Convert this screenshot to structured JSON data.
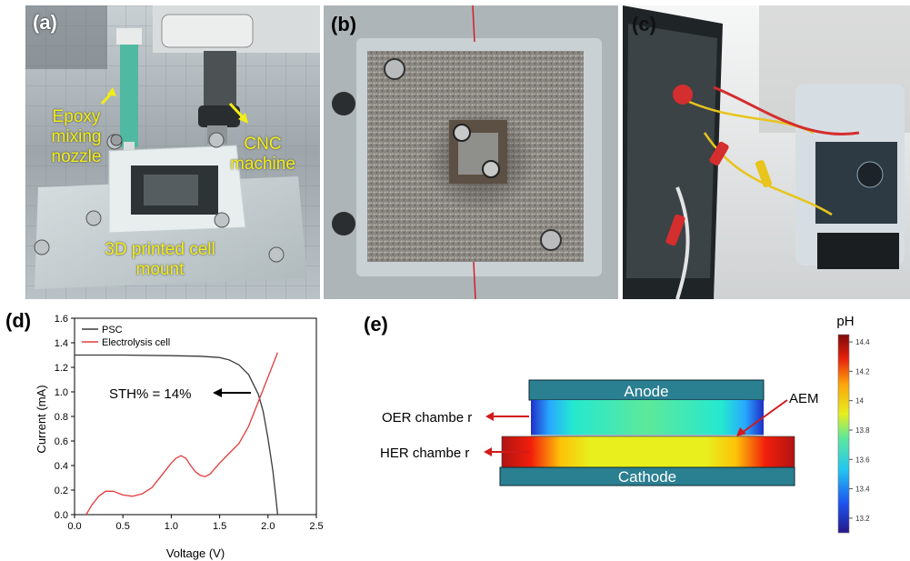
{
  "panels": {
    "a": {
      "label": "(a)",
      "annotations": {
        "nozzle": "Epoxy mixing nozzle",
        "nozzle_lines": [
          "Epoxy",
          "mixing",
          "nozzle"
        ],
        "cnc_lines": [
          "CNC",
          "machine"
        ],
        "mount_lines": [
          "3D printed cell",
          "mount"
        ]
      }
    },
    "b": {
      "label": "(b)"
    },
    "c": {
      "label": "(c)"
    },
    "d": {
      "label": "(d)"
    },
    "e": {
      "label": "(e)",
      "anode": "Anode",
      "cathode": "Cathode",
      "oer": "OER chambe r",
      "her": "HER chambe r",
      "aem": "AEM",
      "colorbar_title": "pH",
      "colorbar_ticks": [
        "14.4",
        "14.2",
        "14",
        "13.8",
        "13.6",
        "13.4",
        "13.2"
      ],
      "colorbar_range": [
        13.1,
        14.45
      ]
    }
  },
  "chart_data": {
    "type": "line",
    "xlabel": "Voltage (V)",
    "ylabel": "Current (mA)",
    "xlim": [
      0.0,
      2.5
    ],
    "ylim": [
      0.0,
      1.6
    ],
    "xticks": [
      "0.0",
      "0.5",
      "1.0",
      "1.5",
      "2.0",
      "2.5"
    ],
    "yticks": [
      "0.0",
      "0.2",
      "0.4",
      "0.6",
      "0.8",
      "1.0",
      "1.2",
      "1.4",
      "1.6"
    ],
    "legend_position": "top-left",
    "annotation": "STH% = 14%",
    "series": [
      {
        "name": "PSC",
        "color": "#3a3a3a",
        "x": [
          0.0,
          0.5,
          1.0,
          1.3,
          1.5,
          1.6,
          1.7,
          1.8,
          1.9,
          1.95,
          2.0,
          2.05,
          2.08,
          2.1
        ],
        "y": [
          1.3,
          1.3,
          1.295,
          1.29,
          1.28,
          1.26,
          1.22,
          1.14,
          0.98,
          0.84,
          0.62,
          0.36,
          0.15,
          0.0
        ]
      },
      {
        "name": "Electrolysis cell",
        "color": "#e03c3c",
        "x": [
          0.12,
          0.18,
          0.25,
          0.32,
          0.4,
          0.5,
          0.6,
          0.7,
          0.8,
          0.9,
          1.0,
          1.05,
          1.1,
          1.15,
          1.2,
          1.25,
          1.3,
          1.35,
          1.4,
          1.5,
          1.6,
          1.7,
          1.8,
          1.9,
          2.0,
          2.1
        ],
        "y": [
          0.0,
          0.08,
          0.15,
          0.19,
          0.19,
          0.16,
          0.15,
          0.17,
          0.22,
          0.32,
          0.42,
          0.46,
          0.48,
          0.46,
          0.4,
          0.35,
          0.32,
          0.31,
          0.33,
          0.42,
          0.5,
          0.58,
          0.72,
          0.92,
          1.12,
          1.32
        ]
      }
    ]
  }
}
